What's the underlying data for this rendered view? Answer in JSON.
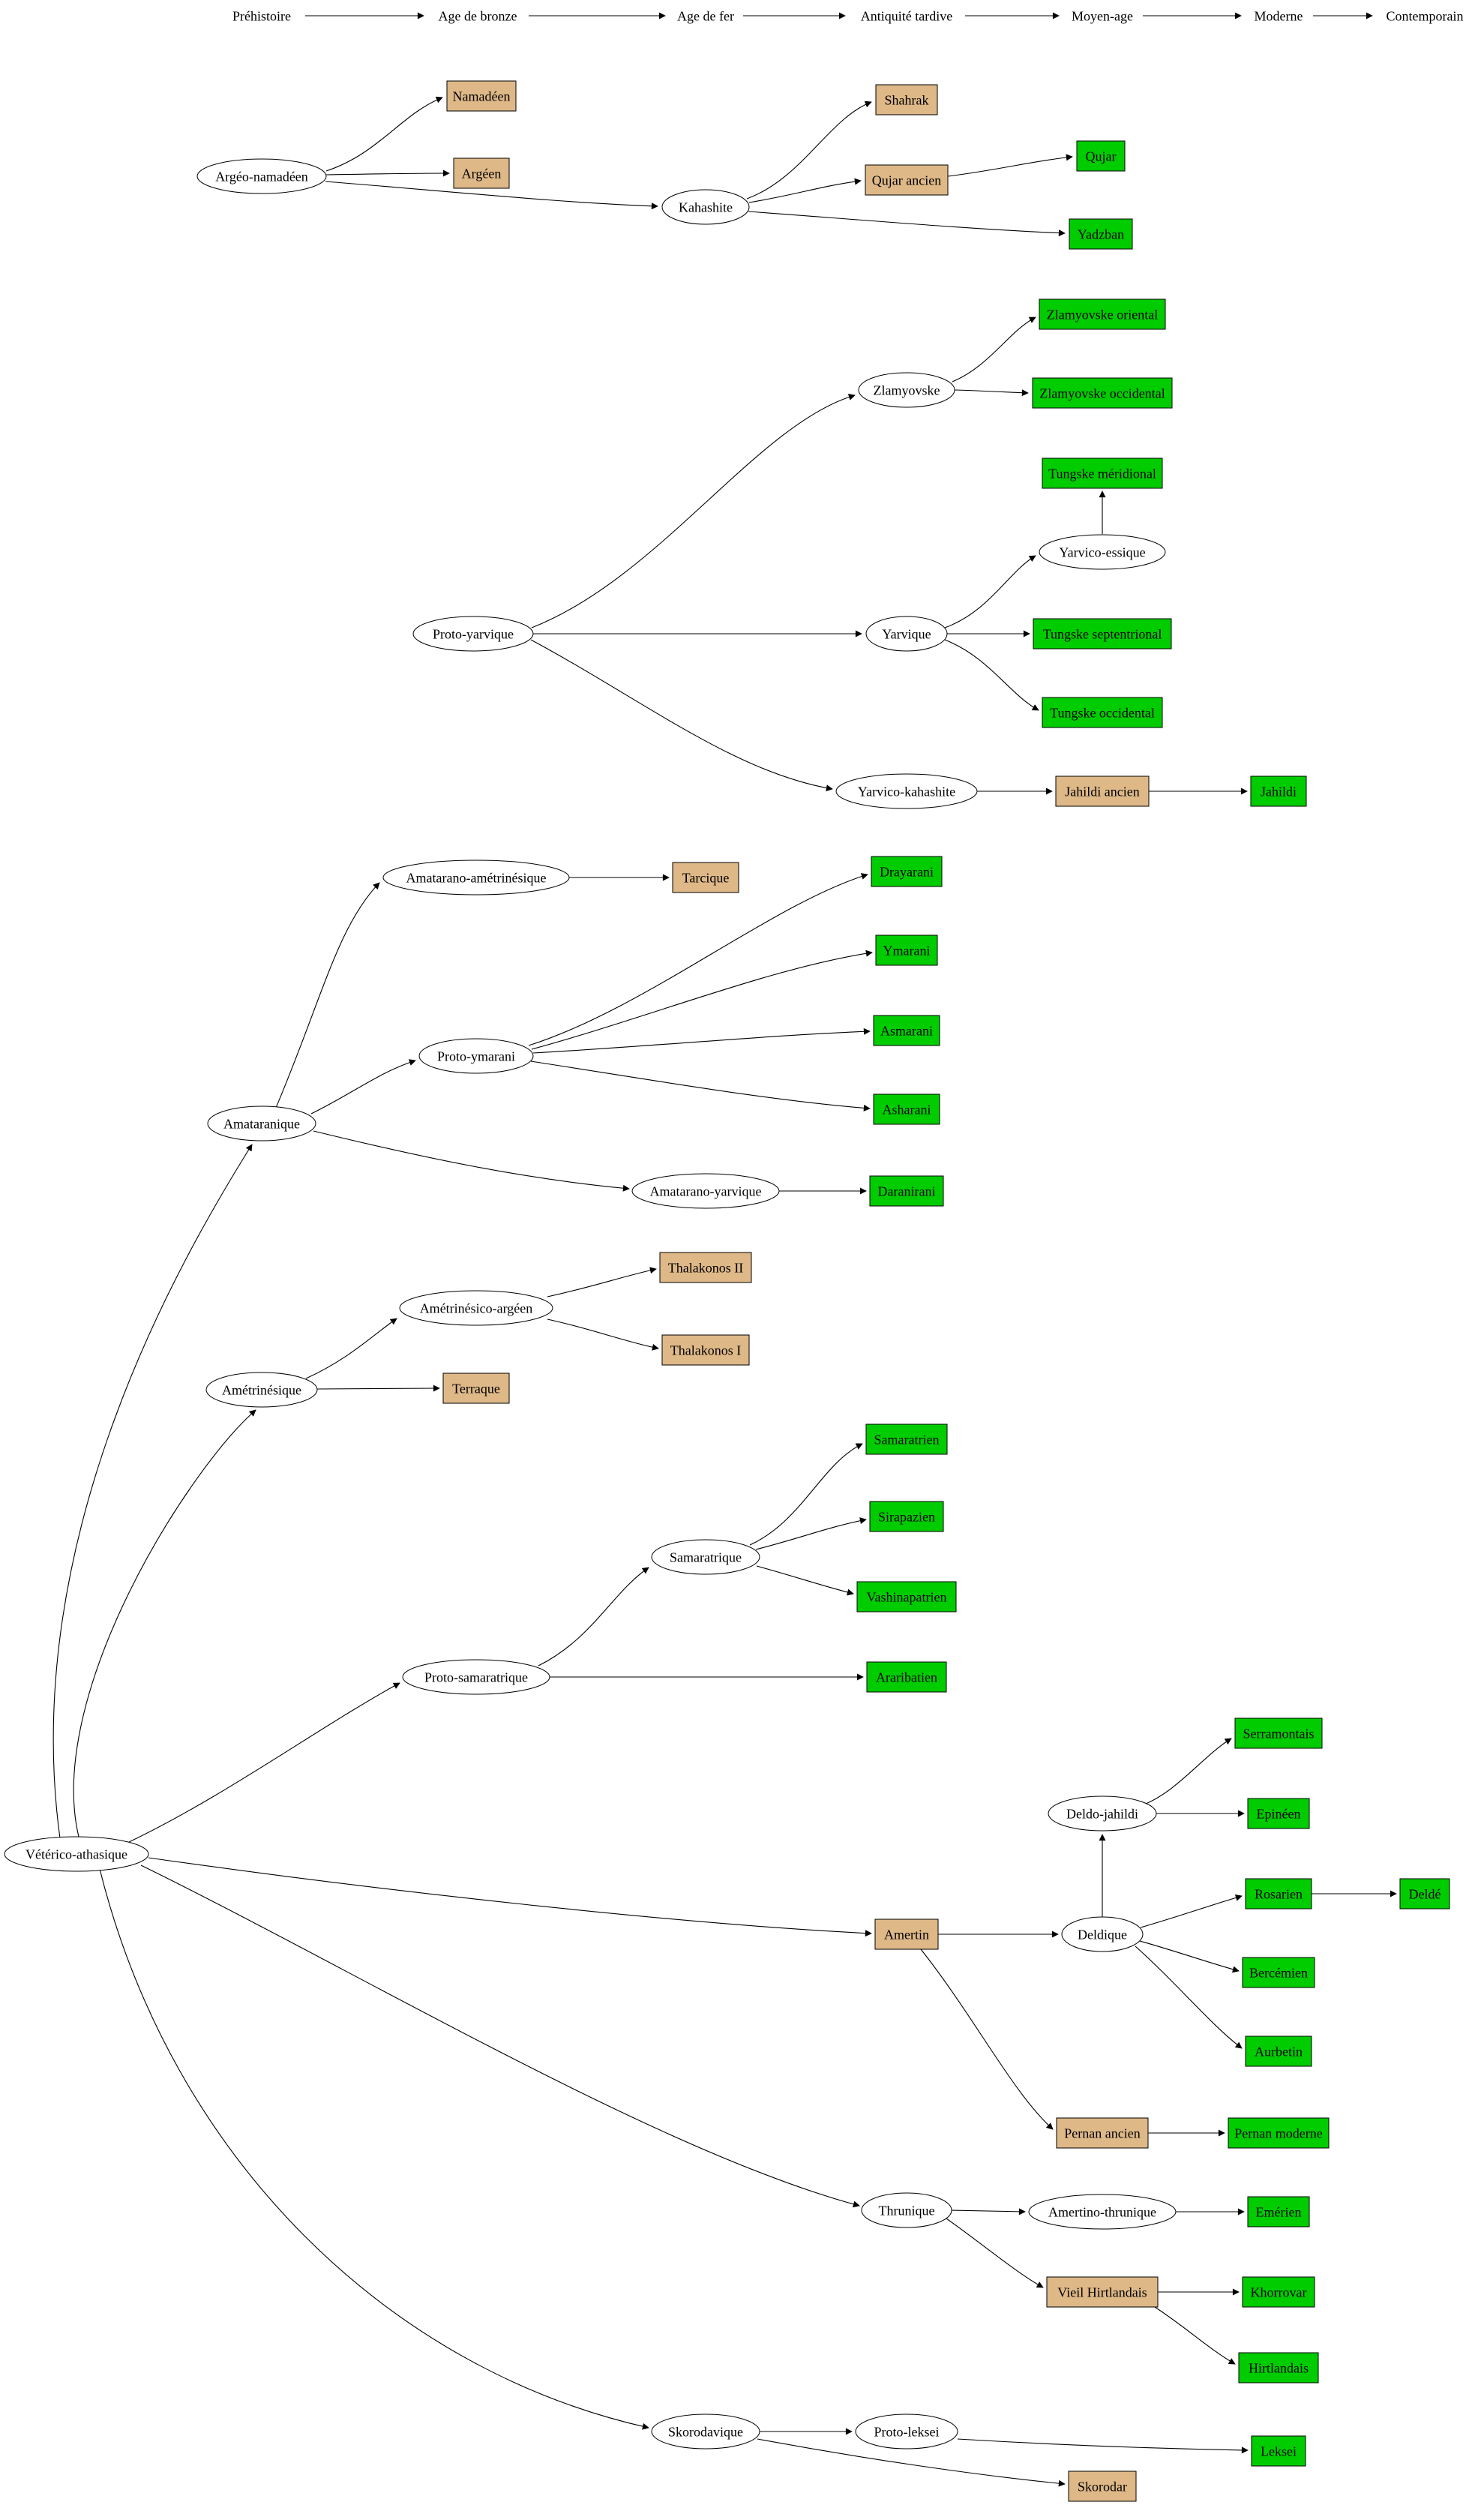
{
  "diagram": {
    "type": "language-family-tree",
    "colors": {
      "proto": "#ffffff",
      "extinct": "#deb887",
      "living": "#00cc00",
      "edge": "#000000"
    },
    "timeline": {
      "eras": [
        "Préhistoire",
        "Age de bronze",
        "Age de fer",
        "Antiquité tardive",
        "Moyen-age",
        "Moderne",
        "Contemporain"
      ]
    },
    "nodes": {
      "argeo_namadeen": {
        "label": "Argéo-namadéen",
        "kind": "proto"
      },
      "namadeen": {
        "label": "Namadéen",
        "kind": "extinct"
      },
      "argeen": {
        "label": "Argéen",
        "kind": "extinct"
      },
      "kahashite": {
        "label": "Kahashite",
        "kind": "proto"
      },
      "shahrak": {
        "label": "Shahrak",
        "kind": "extinct"
      },
      "qujar_ancien": {
        "label": "Qujar ancien",
        "kind": "extinct"
      },
      "qujar": {
        "label": "Qujar",
        "kind": "living"
      },
      "yadzban": {
        "label": "Yadzban",
        "kind": "living"
      },
      "proto_yarvique": {
        "label": "Proto-yarvique",
        "kind": "proto"
      },
      "zlamyovske": {
        "label": "Zlamyovske",
        "kind": "proto"
      },
      "zlamyovske_oriental": {
        "label": "Zlamyovske oriental",
        "kind": "living"
      },
      "zlamyovske_occidental": {
        "label": "Zlamyovske occidental",
        "kind": "living"
      },
      "yarvique": {
        "label": "Yarvique",
        "kind": "proto"
      },
      "tungske_meridional": {
        "label": "Tungske méridional",
        "kind": "living"
      },
      "yarvico_essique": {
        "label": "Yarvico-essique",
        "kind": "proto"
      },
      "tungske_septentrional": {
        "label": "Tungske septentrional",
        "kind": "living"
      },
      "tungske_occidental": {
        "label": "Tungske occidental",
        "kind": "living"
      },
      "yarvico_kahashite": {
        "label": "Yarvico-kahashite",
        "kind": "proto"
      },
      "jahildi_ancien": {
        "label": "Jahildi ancien",
        "kind": "extinct"
      },
      "jahildi": {
        "label": "Jahildi",
        "kind": "living"
      },
      "veterico_athasique": {
        "label": "Vétérico-athasique",
        "kind": "proto"
      },
      "amataranique": {
        "label": "Amataranique",
        "kind": "proto"
      },
      "amatarano_ametrinesique": {
        "label": "Amatarano-amétrinésique",
        "kind": "proto"
      },
      "tarcique": {
        "label": "Tarcique",
        "kind": "extinct"
      },
      "proto_ymarani": {
        "label": "Proto-ymarani",
        "kind": "proto"
      },
      "drayarani": {
        "label": "Drayarani",
        "kind": "living"
      },
      "ymarani": {
        "label": "Ymarani",
        "kind": "living"
      },
      "asmarani": {
        "label": "Asmarani",
        "kind": "living"
      },
      "asharani": {
        "label": "Asharani",
        "kind": "living"
      },
      "amatarano_yarvique": {
        "label": "Amatarano-yarvique",
        "kind": "proto"
      },
      "daranirani": {
        "label": "Daranirani",
        "kind": "living"
      },
      "ametrinesique": {
        "label": "Amétrinésique",
        "kind": "proto"
      },
      "ametrinesico_argeen": {
        "label": "Amétrinésico-argéen",
        "kind": "proto"
      },
      "thalakonos_2": {
        "label": "Thalakonos II",
        "kind": "extinct"
      },
      "thalakonos_1": {
        "label": "Thalakonos I",
        "kind": "extinct"
      },
      "terraque": {
        "label": "Terraque",
        "kind": "extinct"
      },
      "proto_samaratrique": {
        "label": "Proto-samaratrique",
        "kind": "proto"
      },
      "samaratrique": {
        "label": "Samaratrique",
        "kind": "proto"
      },
      "samaratrien": {
        "label": "Samaratrien",
        "kind": "living"
      },
      "sirapazien": {
        "label": "Sirapazien",
        "kind": "living"
      },
      "vashinapatrien": {
        "label": "Vashinapatrien",
        "kind": "living"
      },
      "araribatien": {
        "label": "Araribatien",
        "kind": "living"
      },
      "amertin": {
        "label": "Amertin",
        "kind": "extinct"
      },
      "deldique": {
        "label": "Deldique",
        "kind": "proto"
      },
      "deldo_jahildi": {
        "label": "Deldo-jahildi",
        "kind": "proto"
      },
      "serramontais": {
        "label": "Serramontais",
        "kind": "living"
      },
      "epineen": {
        "label": "Epinéen",
        "kind": "living"
      },
      "rosarien": {
        "label": "Rosarien",
        "kind": "living"
      },
      "delde": {
        "label": "Deldé",
        "kind": "living"
      },
      "bercemien": {
        "label": "Bercémien",
        "kind": "living"
      },
      "aurbetin": {
        "label": "Aurbetin",
        "kind": "living"
      },
      "pernan_ancien": {
        "label": "Pernan ancien",
        "kind": "extinct"
      },
      "pernan_moderne": {
        "label": "Pernan moderne",
        "kind": "living"
      },
      "thrunique": {
        "label": "Thrunique",
        "kind": "proto"
      },
      "amertino_thrunique": {
        "label": "Amertino-thrunique",
        "kind": "proto"
      },
      "emerien": {
        "label": "Emérien",
        "kind": "living"
      },
      "vieil_hirtlandais": {
        "label": "Vieil Hirtlandais",
        "kind": "extinct"
      },
      "khorrovar": {
        "label": "Khorrovar",
        "kind": "living"
      },
      "hirtlandais": {
        "label": "Hirtlandais",
        "kind": "living"
      },
      "skorodavique": {
        "label": "Skorodavique",
        "kind": "proto"
      },
      "proto_leksei": {
        "label": "Proto-leksei",
        "kind": "proto"
      },
      "leksei": {
        "label": "Leksei",
        "kind": "living"
      },
      "skorodar": {
        "label": "Skorodar",
        "kind": "extinct"
      }
    },
    "edges": [
      [
        "argeo_namadeen",
        "namadeen"
      ],
      [
        "argeo_namadeen",
        "argeen"
      ],
      [
        "argeo_namadeen",
        "kahashite"
      ],
      [
        "kahashite",
        "shahrak"
      ],
      [
        "kahashite",
        "qujar_ancien"
      ],
      [
        "kahashite",
        "yadzban"
      ],
      [
        "qujar_ancien",
        "qujar"
      ],
      [
        "proto_yarvique",
        "zlamyovske"
      ],
      [
        "proto_yarvique",
        "yarvique"
      ],
      [
        "proto_yarvique",
        "yarvico_kahashite"
      ],
      [
        "zlamyovske",
        "zlamyovske_oriental"
      ],
      [
        "zlamyovske",
        "zlamyovske_occidental"
      ],
      [
        "yarvique",
        "yarvico_essique"
      ],
      [
        "yarvique",
        "tungske_septentrional"
      ],
      [
        "yarvique",
        "tungske_occidental"
      ],
      [
        "yarvico_essique",
        "tungske_meridional"
      ],
      [
        "yarvico_kahashite",
        "jahildi_ancien"
      ],
      [
        "jahildi_ancien",
        "jahildi"
      ],
      [
        "veterico_athasique",
        "amataranique"
      ],
      [
        "veterico_athasique",
        "ametrinesique"
      ],
      [
        "veterico_athasique",
        "proto_samaratrique"
      ],
      [
        "veterico_athasique",
        "amertin"
      ],
      [
        "veterico_athasique",
        "thrunique"
      ],
      [
        "veterico_athasique",
        "skorodavique"
      ],
      [
        "amataranique",
        "amatarano_ametrinesique"
      ],
      [
        "amataranique",
        "proto_ymarani"
      ],
      [
        "amataranique",
        "amatarano_yarvique"
      ],
      [
        "amatarano_ametrinesique",
        "tarcique"
      ],
      [
        "proto_ymarani",
        "drayarani"
      ],
      [
        "proto_ymarani",
        "ymarani"
      ],
      [
        "proto_ymarani",
        "asmarani"
      ],
      [
        "proto_ymarani",
        "asharani"
      ],
      [
        "amatarano_yarvique",
        "daranirani"
      ],
      [
        "ametrinesique",
        "ametrinesico_argeen"
      ],
      [
        "ametrinesique",
        "terraque"
      ],
      [
        "ametrinesico_argeen",
        "thalakonos_2"
      ],
      [
        "ametrinesico_argeen",
        "thalakonos_1"
      ],
      [
        "proto_samaratrique",
        "samaratrique"
      ],
      [
        "proto_samaratrique",
        "araribatien"
      ],
      [
        "samaratrique",
        "samaratrien"
      ],
      [
        "samaratrique",
        "sirapazien"
      ],
      [
        "samaratrique",
        "vashinapatrien"
      ],
      [
        "amertin",
        "deldique"
      ],
      [
        "amertin",
        "pernan_ancien"
      ],
      [
        "deldique",
        "deldo_jahildi"
      ],
      [
        "deldique",
        "rosarien"
      ],
      [
        "deldique",
        "bercemien"
      ],
      [
        "deldique",
        "aurbetin"
      ],
      [
        "deldo_jahildi",
        "serramontais"
      ],
      [
        "deldo_jahildi",
        "epineen"
      ],
      [
        "rosarien",
        "delde"
      ],
      [
        "pernan_ancien",
        "pernan_moderne"
      ],
      [
        "thrunique",
        "amertino_thrunique"
      ],
      [
        "thrunique",
        "vieil_hirtlandais"
      ],
      [
        "amertino_thrunique",
        "emerien"
      ],
      [
        "vieil_hirtlandais",
        "khorrovar"
      ],
      [
        "vieil_hirtlandais",
        "hirtlandais"
      ],
      [
        "skorodavique",
        "proto_leksei"
      ],
      [
        "skorodavique",
        "skorodar"
      ],
      [
        "proto_leksei",
        "leksei"
      ]
    ]
  }
}
